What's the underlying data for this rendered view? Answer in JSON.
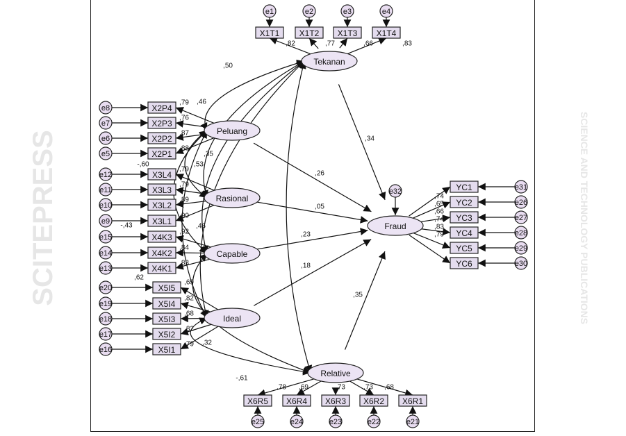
{
  "watermark": {
    "line1": "SCITEPRESS",
    "line2": "SCIENCE AND TECHNOLOGY PUBLICATIONS"
  },
  "latents": {
    "tekanan": "Tekanan",
    "peluang": "Peluang",
    "rasional": "Rasional",
    "capable": "Capable",
    "ideal": "Ideal",
    "relative": "Relative",
    "fraud": "Fraud"
  },
  "fraud_error": "e32",
  "indicators": {
    "tekanan": [
      {
        "name": "X1T1",
        "err": "e1",
        "load": ",82"
      },
      {
        "name": "X1T2",
        "err": "e2",
        "load": ",77"
      },
      {
        "name": "X1T3",
        "err": "e3",
        "load": ",66"
      },
      {
        "name": "X1T4",
        "err": "e4",
        "load": ",83"
      }
    ],
    "peluang": [
      {
        "name": "X2P4",
        "err": "e8",
        "load": ",79"
      },
      {
        "name": "X2P3",
        "err": "e7",
        "load": ",76"
      },
      {
        "name": "X2P2",
        "err": "e6",
        "load": ",87"
      },
      {
        "name": "X2P1",
        "err": "e5",
        "load": ",88"
      }
    ],
    "rasional": [
      {
        "name": "X3L4",
        "err": "e12",
        "load": ",79"
      },
      {
        "name": "X3L3",
        "err": "e11",
        "load": ",79"
      },
      {
        "name": "X3L2",
        "err": "e10",
        "load": ",89"
      },
      {
        "name": "X3L1",
        "err": "e9",
        "load": ",90"
      }
    ],
    "capable": [
      {
        "name": "X4K3",
        "err": "e15",
        "load": ",92"
      },
      {
        "name": "X4K2",
        "err": "e14",
        "load": ",84"
      },
      {
        "name": "X4K1",
        "err": "e13",
        "load": ",83"
      }
    ],
    "ideal": [
      {
        "name": "X5I5",
        "err": "e20",
        "load": ",69"
      },
      {
        "name": "X5I4",
        "err": "e19",
        "load": ",82"
      },
      {
        "name": "X5I3",
        "err": "e18",
        "load": ",68"
      },
      {
        "name": "X5I2",
        "err": "e17",
        "load": ",82"
      },
      {
        "name": "X5I1",
        "err": "e16",
        "load": ",79"
      }
    ],
    "fraud": [
      {
        "name": "YC1",
        "err": "e31",
        "load": ",74"
      },
      {
        "name": "YC2",
        "err": "e26",
        "load": ",65"
      },
      {
        "name": "YC3",
        "err": "e27",
        "load": ",66"
      },
      {
        "name": "YC4",
        "err": "e28",
        "load": ",74"
      },
      {
        "name": "YC5",
        "err": "e29",
        "load": ",83"
      },
      {
        "name": "YC6",
        "err": "e30",
        "load": ",79"
      }
    ],
    "relative": [
      {
        "name": "X6R5",
        "err": "e25",
        "load": ",78"
      },
      {
        "name": "X6R4",
        "err": "e24",
        "load": ",69"
      },
      {
        "name": "X6R3",
        "err": "e23",
        "load": ",73"
      },
      {
        "name": "X6R2",
        "err": "e22",
        "load": ",73"
      },
      {
        "name": "X6R1",
        "err": "e21",
        "load": ",68"
      }
    ]
  },
  "structural_paths": [
    {
      "from": "tekanan",
      "coef": ",34"
    },
    {
      "from": "peluang",
      "coef": ",26"
    },
    {
      "from": "rasional",
      "coef": ",05"
    },
    {
      "from": "capable",
      "coef": ",23"
    },
    {
      "from": "ideal",
      "coef": ",18"
    },
    {
      "from": "relative",
      "coef": ",35"
    }
  ],
  "correlations": [
    {
      "a": "peluang",
      "b": "tekanan",
      "coef": ",50"
    },
    {
      "a": "rasional",
      "b": "tekanan",
      "coef": ",46"
    },
    {
      "a": "capable",
      "b": "tekanan",
      "coef": "-,60"
    },
    {
      "a": "ideal",
      "b": "tekanan",
      "coef": ",53"
    },
    {
      "a": "relative",
      "b": "tekanan",
      "coef": "-,43"
    },
    {
      "a": "rasional",
      "b": "peluang",
      "coef": ",46"
    },
    {
      "a": "ideal",
      "b": "peluang",
      "coef": ",62"
    },
    {
      "a": "relative",
      "b": "capable",
      "coef": ",32"
    },
    {
      "a": "relative",
      "b": "ideal",
      "coef": "-,61"
    },
    {
      "a": "capable",
      "b": "peluang",
      "coef": ",35"
    }
  ]
}
